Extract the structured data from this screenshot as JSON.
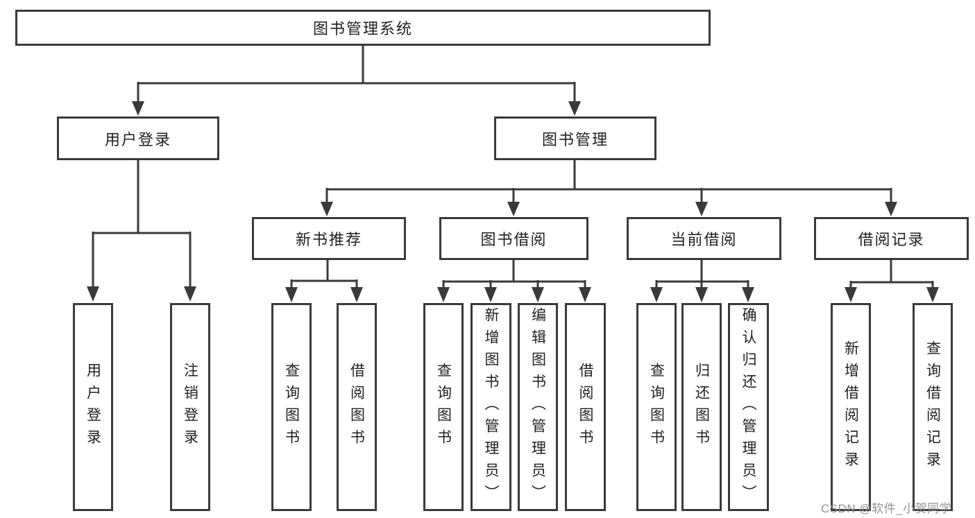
{
  "diagram": {
    "root": "图书管理系统",
    "level2": [
      {
        "label": "用户登录",
        "children": [
          "用户登录",
          "注销登录"
        ]
      },
      {
        "label": "图书管理",
        "children": [
          {
            "label": "新书推荐",
            "children": [
              "查询图书",
              "借阅图书"
            ]
          },
          {
            "label": "图书借阅",
            "children": [
              "查询图书",
              "新增图书（管理员）",
              "编辑图书（管理员）",
              "借阅图书"
            ]
          },
          {
            "label": "当前借阅",
            "children": [
              "查询图书",
              "归还图书",
              "确认归还（管理员）"
            ]
          },
          {
            "label": "借阅记录",
            "children": [
              "新增借阅记录",
              "查询借阅记录"
            ]
          }
        ]
      }
    ]
  },
  "colors": {
    "line": "#3a3a3a",
    "text": "#1f1f1f",
    "watermark": "#8c8c8c"
  },
  "watermark": "CSDN @软件_小贺同学"
}
